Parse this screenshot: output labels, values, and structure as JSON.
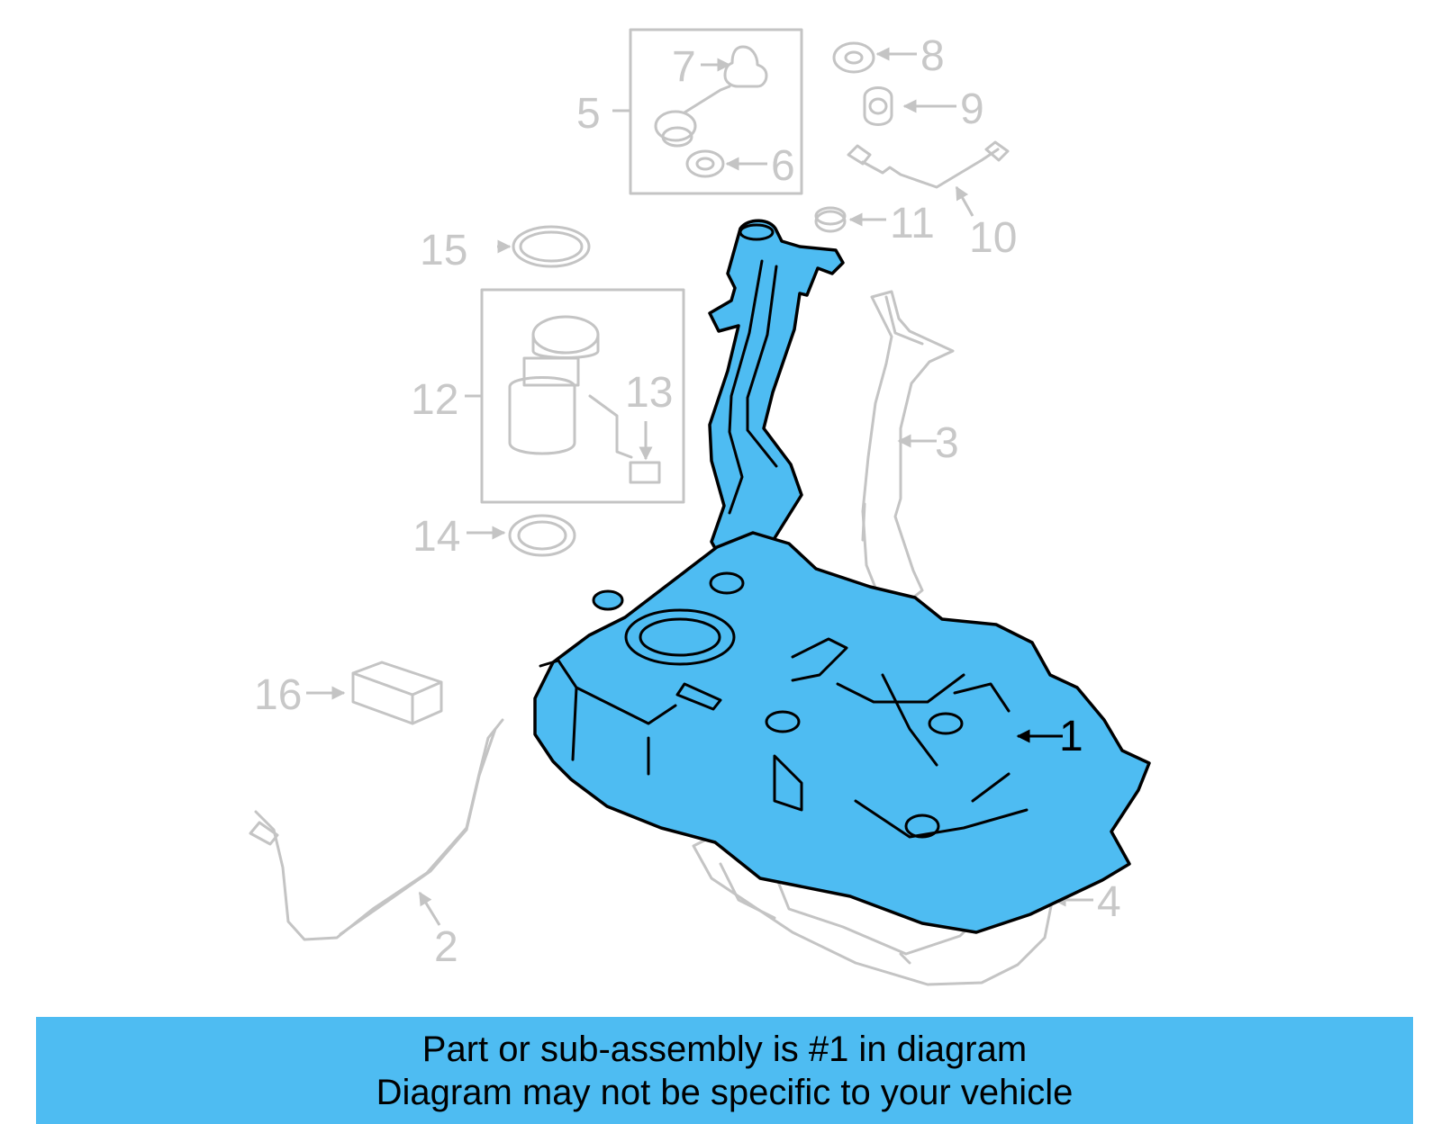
{
  "colors": {
    "accent": "#4ebcf2",
    "ghost": "#c4c4c4",
    "highlight_callout": "#000000"
  },
  "callouts": {
    "c1": "1",
    "c2": "2",
    "c3": "3",
    "c4": "4",
    "c5": "5",
    "c6": "6",
    "c7": "7",
    "c8": "8",
    "c9": "9",
    "c10": "10",
    "c11": "11",
    "c12": "12",
    "c13": "13",
    "c14": "14",
    "c15": "15",
    "c16": "16"
  },
  "highlighted_part": "1",
  "banner": {
    "line1": "Part or sub-assembly is #1 in diagram",
    "line2": "Diagram may not be specific to your vehicle"
  }
}
